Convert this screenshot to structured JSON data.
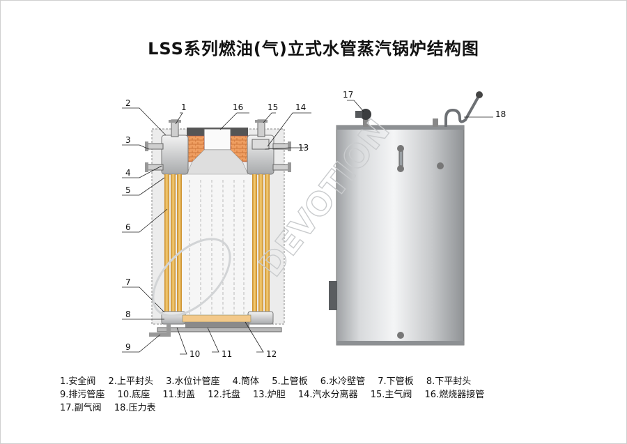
{
  "title": "LSS系列燃油(气)立式水管蒸汽锅炉结构图",
  "callouts": [
    "1",
    "2",
    "3",
    "4",
    "5",
    "6",
    "7",
    "8",
    "9",
    "10",
    "11",
    "12",
    "13",
    "14",
    "15",
    "16",
    "17",
    "18"
  ],
  "legend": {
    "row1": [
      "1.安全阀",
      "2.上平封头",
      "3.水位计管座",
      "4.筒体",
      "5.上管板",
      "6.水冷壁管",
      "7.下管板",
      "8.下平封头"
    ],
    "row2": [
      "9.排污管座",
      "10.底座",
      "11.封盖",
      "12.托盘",
      "13.炉胆",
      "14.汽水分离器",
      "15.主气阀",
      "16.燃烧器接管"
    ],
    "row3": [
      "17.副气阀",
      "18.压力表"
    ]
  },
  "watermark": {
    "text": "DEVOTION"
  },
  "colors": {
    "tube": "#e8b04a",
    "refractory": "#e89a5a",
    "shell": "#c7c9cb",
    "housing": "#e6e6e6"
  }
}
